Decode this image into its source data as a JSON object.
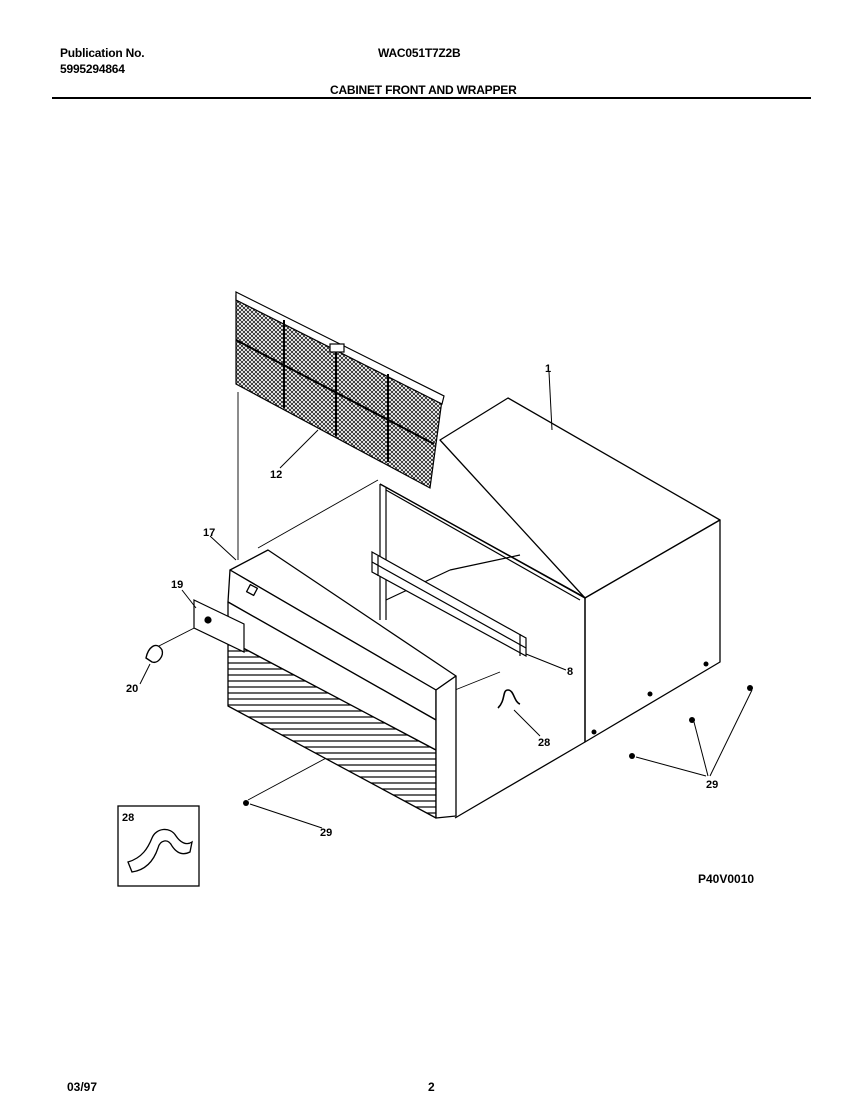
{
  "header": {
    "publication_label": "Publication No.",
    "publication_number": "5995294864",
    "model": "WAC051T7Z2B",
    "section_title": "CABINET FRONT AND WRAPPER"
  },
  "callouts": {
    "c1": "1",
    "c8": "8",
    "c12": "12",
    "c17": "17",
    "c19": "19",
    "c20": "20",
    "c28": "28",
    "c28_inset": "28",
    "c29_left": "29",
    "c29_right": "29"
  },
  "figure_code": "P40V0010",
  "footer": {
    "date": "03/97",
    "page": "2"
  }
}
